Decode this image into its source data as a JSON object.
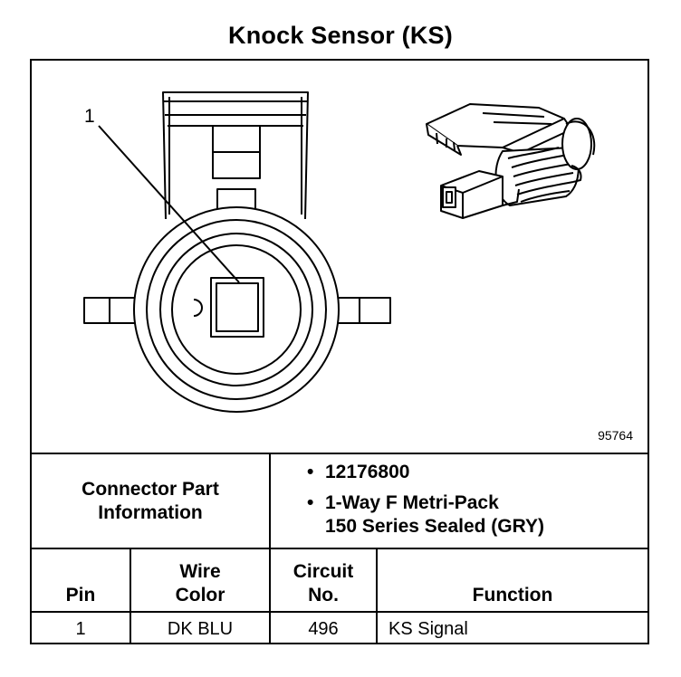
{
  "title": "Knock Sensor (KS)",
  "callout_number": "1",
  "figure_number": "95764",
  "connector_part_information": {
    "label": "Connector Part\nInformation",
    "items": [
      "12176800",
      "1-Way F Metri-Pack\n150 Series Sealed (GRY)"
    ]
  },
  "table": {
    "headers": [
      "Pin",
      "Wire\nColor",
      "Circuit\nNo.",
      "Function"
    ],
    "rows": [
      [
        "1",
        "DK BLU",
        "496",
        "KS Signal"
      ]
    ]
  }
}
